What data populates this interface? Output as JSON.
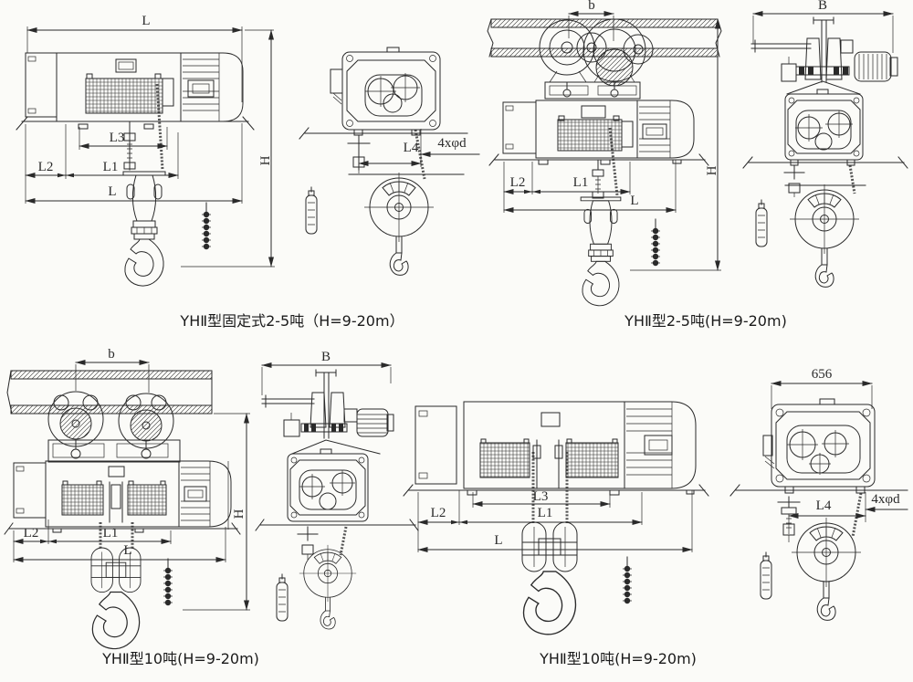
{
  "page": {
    "background": "#fbfbf8",
    "line_color": "#2a2a2a",
    "description": "Technical drawing sheet with four orthographic views of YH II electric wire rope hoists"
  },
  "drawings": {
    "tl": {
      "caption": "YHⅡ型固定式2-5吨（H=9-20m）",
      "labels": {
        "l_top": "L",
        "l3": "L3",
        "l2": "L2",
        "l1": "L1",
        "l_bottom": "L",
        "h": "H",
        "l4": "L4",
        "bolt_spec": "4xφd"
      }
    },
    "tr": {
      "caption": "YHⅡ型2-5吨(H=9-20m)",
      "labels": {
        "b": "b",
        "l2": "L2",
        "l1": "L1",
        "l": "L",
        "h": "H",
        "b_width": "B"
      }
    },
    "bl": {
      "caption": "YHⅡ型10吨(H=9-20m)",
      "labels": {
        "b": "b",
        "l2": "L2",
        "l1": "L1",
        "l": "L",
        "h": "H",
        "b_width": "B"
      }
    },
    "br": {
      "caption": "YHⅡ型10吨(H=9-20m)",
      "labels": {
        "l3": "L3",
        "l2": "L2",
        "l1": "L1",
        "l": "L",
        "width": "656",
        "l4": "L4",
        "bolt_spec": "4xφd"
      }
    }
  }
}
